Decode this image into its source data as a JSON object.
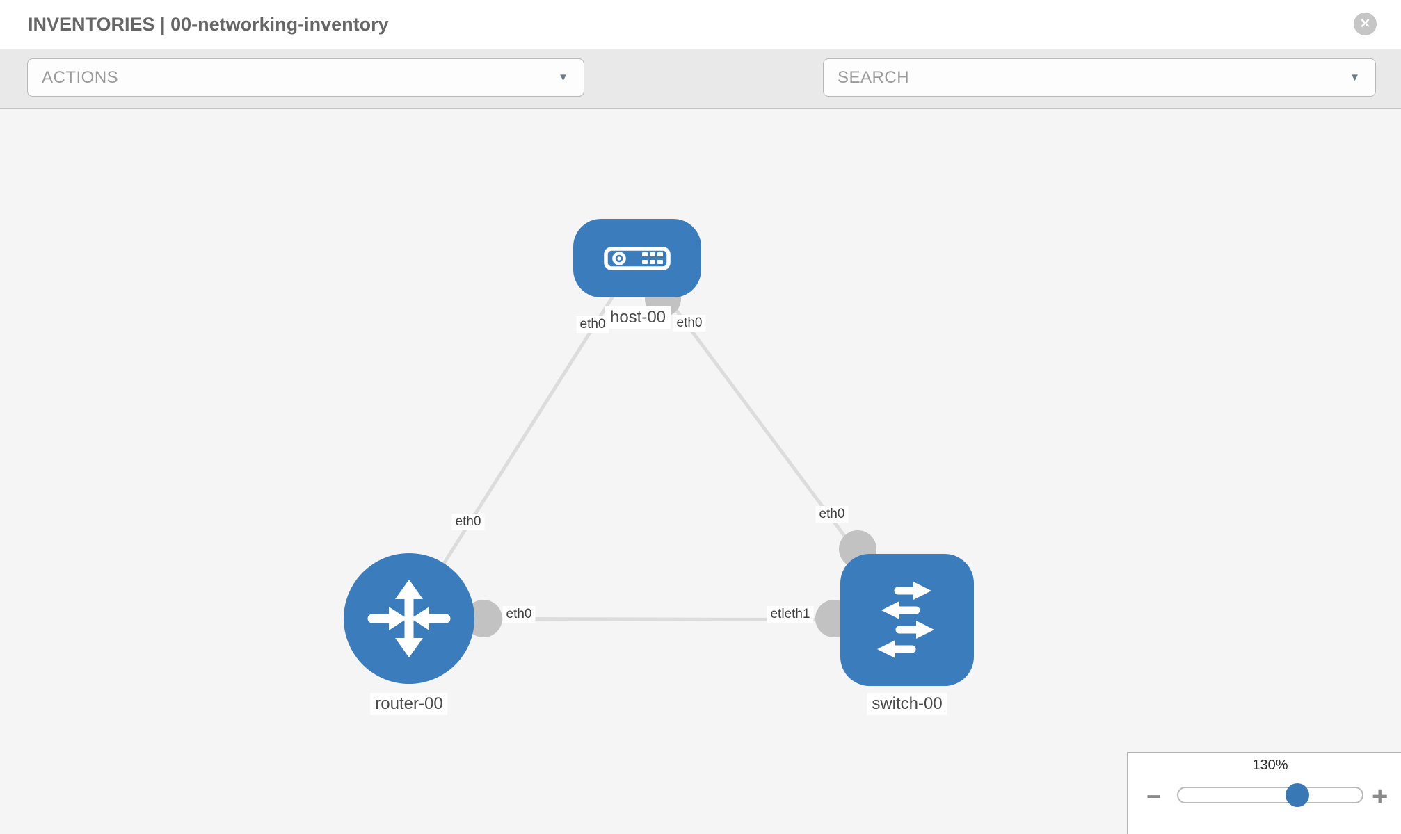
{
  "header": {
    "title": "INVENTORIES | 00-networking-inventory",
    "close_label": "✕"
  },
  "toolbar": {
    "actions_label": "ACTIONS",
    "search_label": "SEARCH",
    "dropdown_caret": "▼"
  },
  "colors": {
    "node_blue": "#3b7cbd",
    "link_gray": "#dcdcdc",
    "interface_gray": "#c2c2c2",
    "toolbar_bg": "#e9e9e9",
    "canvas_bg": "#f5f5f5"
  },
  "topology": {
    "nodes": [
      {
        "id": "host-00",
        "type": "host",
        "label": "host-00"
      },
      {
        "id": "router-00",
        "type": "router",
        "label": "router-00"
      },
      {
        "id": "switch-00",
        "type": "switch",
        "label": "switch-00"
      }
    ],
    "links": [
      {
        "from": "host-00",
        "to": "router-00"
      },
      {
        "from": "host-00",
        "to": "switch-00"
      },
      {
        "from": "router-00",
        "to": "switch-00"
      }
    ],
    "port_labels": {
      "host_left": "eth0",
      "host_right": "eth0",
      "router_top": "eth0",
      "router_right": "eth0",
      "switch_top": "eth0",
      "switch_left": "etleth1"
    }
  },
  "zoom_panel": {
    "level": "130%",
    "minus_label": "−",
    "plus_label": "+"
  }
}
